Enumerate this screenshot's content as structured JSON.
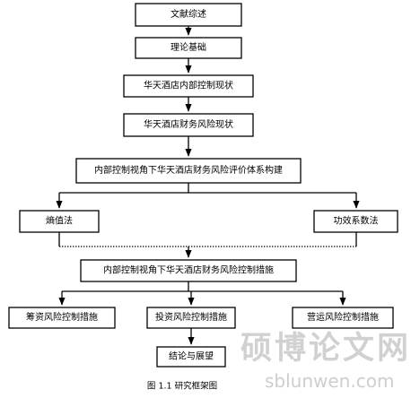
{
  "diagram": {
    "nodes": {
      "literature_review": "文献综述",
      "theory_basis": "理论基础",
      "internal_control_status": "华天酒店内部控制现状",
      "financial_risk_status": "华天酒店财务风险现状",
      "evaluation_system": "内部控制视角下华天酒店财务风险评价体系构建",
      "entropy_method": "熵值法",
      "efficacy_coefficient_method": "功效系数法",
      "control_measures": "内部控制视角下华天酒店财务风险控制措施",
      "financing_risk": "筹资风险控制措施",
      "investment_risk": "投资风险控制措施",
      "operating_risk": "营运风险控制措施",
      "conclusion": "结论与展望"
    },
    "caption": "图 1.1 研究框架图"
  },
  "watermark": {
    "text": "硕博论文网",
    "url": "sblunwen.com"
  }
}
